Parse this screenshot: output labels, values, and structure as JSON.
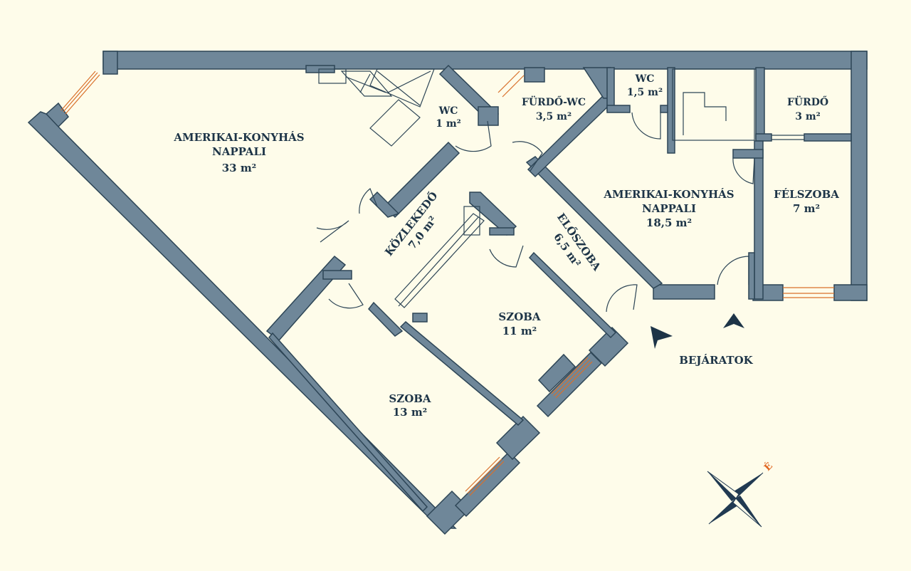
{
  "rooms": [
    {
      "name": "AMERIKAI-KONYHÁS",
      "name2": "NAPPALI",
      "area": "33 m²"
    },
    {
      "name": "WC",
      "area": "1 m²"
    },
    {
      "name": "FÜRDŐ-WC",
      "area": "3,5 m²"
    },
    {
      "name": "WC",
      "area": "1,5 m²"
    },
    {
      "name": "FÜRDŐ",
      "area": "3 m²"
    },
    {
      "name": "AMERIKAI-KONYHÁS",
      "name2": "NAPPALI",
      "area": "18,5 m²"
    },
    {
      "name": "FÉLSZOBA",
      "area": "7 m²"
    },
    {
      "name": "KÖZLEKEDŐ",
      "area": "7,0 m²"
    },
    {
      "name": "ELŐSZOBA",
      "area": "6,5 m²"
    },
    {
      "name": "SZOBA",
      "area": "11 m²"
    },
    {
      "name": "SZOBA",
      "area": "13 m²"
    }
  ],
  "entrance_label": "BEJÁRATOK",
  "compass": {
    "label": "É",
    "icon": "compass-rose-icon"
  },
  "colors": {
    "background": "#fefcea",
    "wall": "#6f8799",
    "text": "#1d3447",
    "window": "#d9702a",
    "compass_accent": "#e0651e",
    "compass_dark": "#213a52"
  }
}
